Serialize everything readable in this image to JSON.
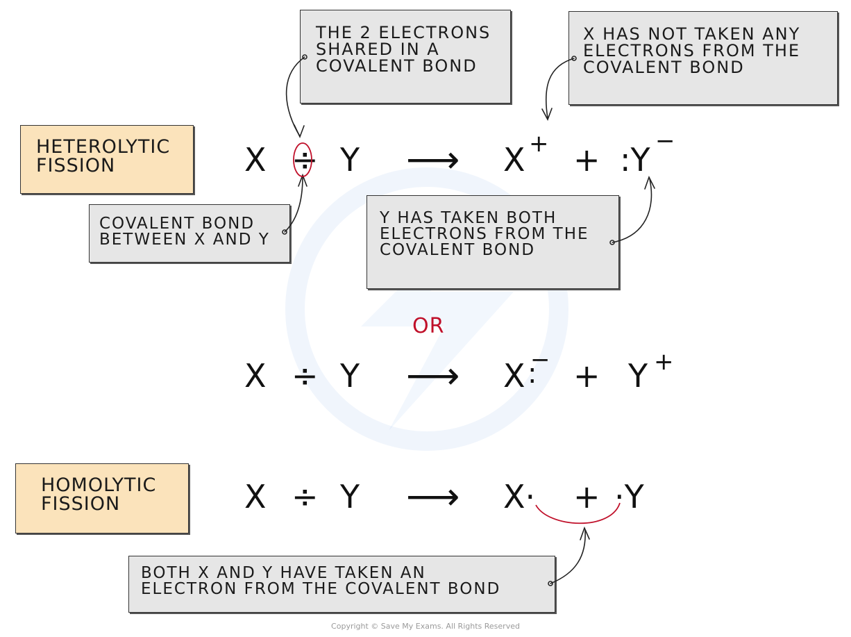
{
  "labels": {
    "heterolytic": [
      "HETEROLYTIC",
      "FISSION"
    ],
    "homolytic": [
      "HOMOLYTIC",
      "FISSION"
    ]
  },
  "notes": {
    "shared_electrons": [
      "THE 2 ELECTRONS",
      "SHARED IN A",
      "COVALENT BOND"
    ],
    "x_not_taken": [
      "X HAS NOT TAKEN ANY",
      "ELECTRONS FROM THE",
      "COVALENT BOND"
    ],
    "covalent_bond": [
      "COVALENT BOND",
      "BETWEEN X AND Y"
    ],
    "y_taken_both": [
      "Y HAS TAKEN BOTH",
      "ELECTRONS FROM THE",
      "COVALENT BOND"
    ],
    "both_taken": [
      "BOTH X AND Y HAVE TAKEN AN",
      "ELECTRON FROM THE COVALENT BOND"
    ]
  },
  "equations": {
    "hetero1": {
      "x": "X",
      "bond": "÷",
      "y": "Y",
      "arrow": "⟶",
      "p1": "X",
      "p1_sup": "+",
      "plus": "+",
      "p2": ":Y",
      "p2_sup": "−"
    },
    "or_text": "OR",
    "hetero2": {
      "x": "X",
      "bond": "÷",
      "y": "Y",
      "arrow": "⟶",
      "p1": "X",
      "p1_dots": ":",
      "p1_sup": "−",
      "plus": "+",
      "p2": "Y",
      "p2_sup": "+"
    },
    "homo": {
      "x": "X",
      "bond": "÷",
      "y": "Y",
      "arrow": "⟶",
      "p1": "X·",
      "plus": "+",
      "p2": "·Y"
    }
  },
  "colors": {
    "accent_red": "#c0102a",
    "label_fill": "#fbe3bb",
    "note_fill": "#e6e6e6"
  },
  "copyright": "Copyright © Save My Exams. All Rights Reserved"
}
